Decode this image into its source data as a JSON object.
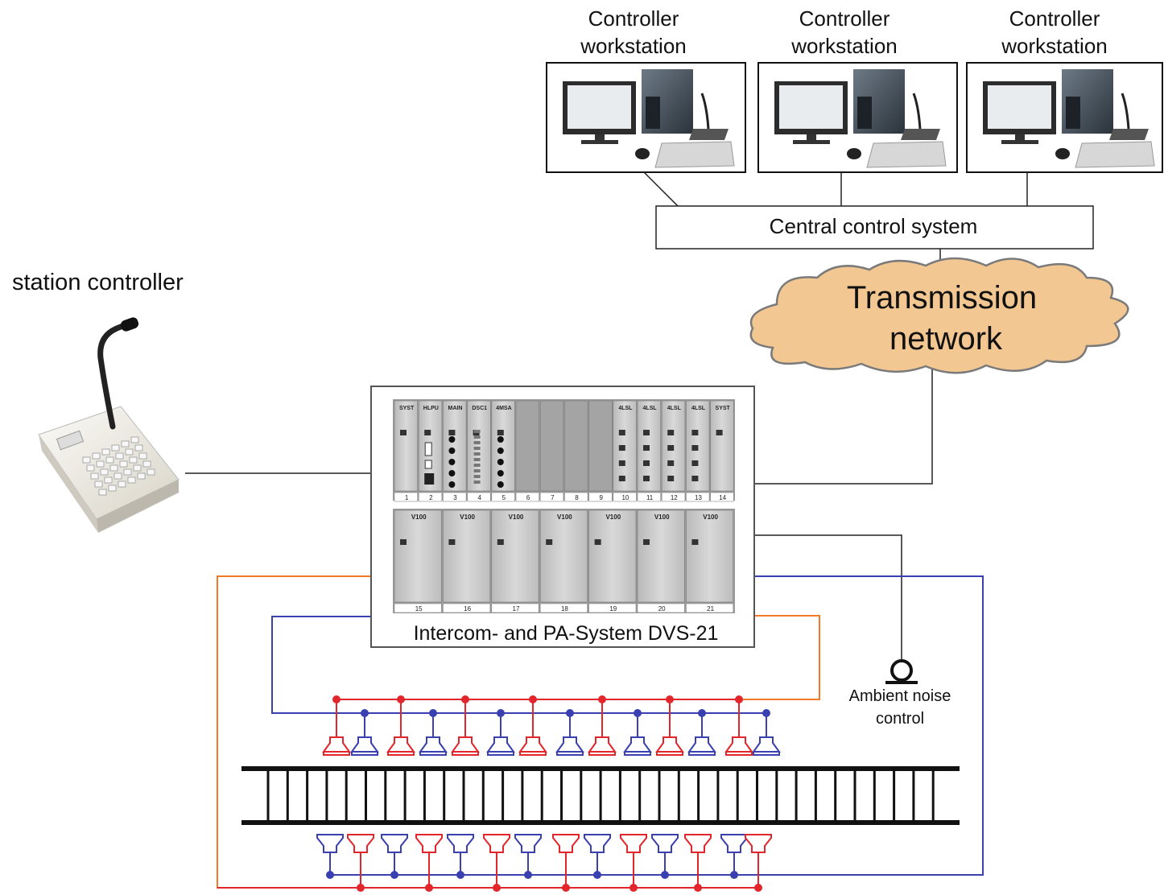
{
  "workstations": [
    {
      "line1": "Controller",
      "line2": "workstation"
    },
    {
      "line1": "Controller",
      "line2": "workstation"
    },
    {
      "line1": "Controller",
      "line2": "workstation"
    }
  ],
  "central": "Central control system",
  "transmission": {
    "line1": "Transmission",
    "line2": "network"
  },
  "station_controller": "station controller",
  "dvs": {
    "label": "Intercom- and PA-System DVS-21",
    "top_cards": [
      "SYST",
      "HLPU",
      "MAIN",
      "DSC1",
      "4MSA",
      "",
      "",
      "",
      "4LSL",
      "4LSL",
      "4LSL",
      "4LSL",
      "SYST"
    ],
    "top_slots": [
      "1",
      "2",
      "3",
      "4",
      "5",
      "6",
      "7",
      "8",
      "9",
      "10",
      "11",
      "12",
      "13",
      "14"
    ],
    "bottom_cards": [
      "V100",
      "V100",
      "V100",
      "V100",
      "V100",
      "V100",
      "V100"
    ],
    "bottom_slots": [
      "15",
      "16",
      "17",
      "18",
      "19",
      "20",
      "21"
    ]
  },
  "ambient": {
    "line1": "Ambient noise",
    "line2": "control"
  },
  "colors": {
    "red": "#e3262b",
    "blue": "#3a40b0",
    "orange": "#f07a2a",
    "cloud": "#f3c792",
    "line": "#222222"
  }
}
